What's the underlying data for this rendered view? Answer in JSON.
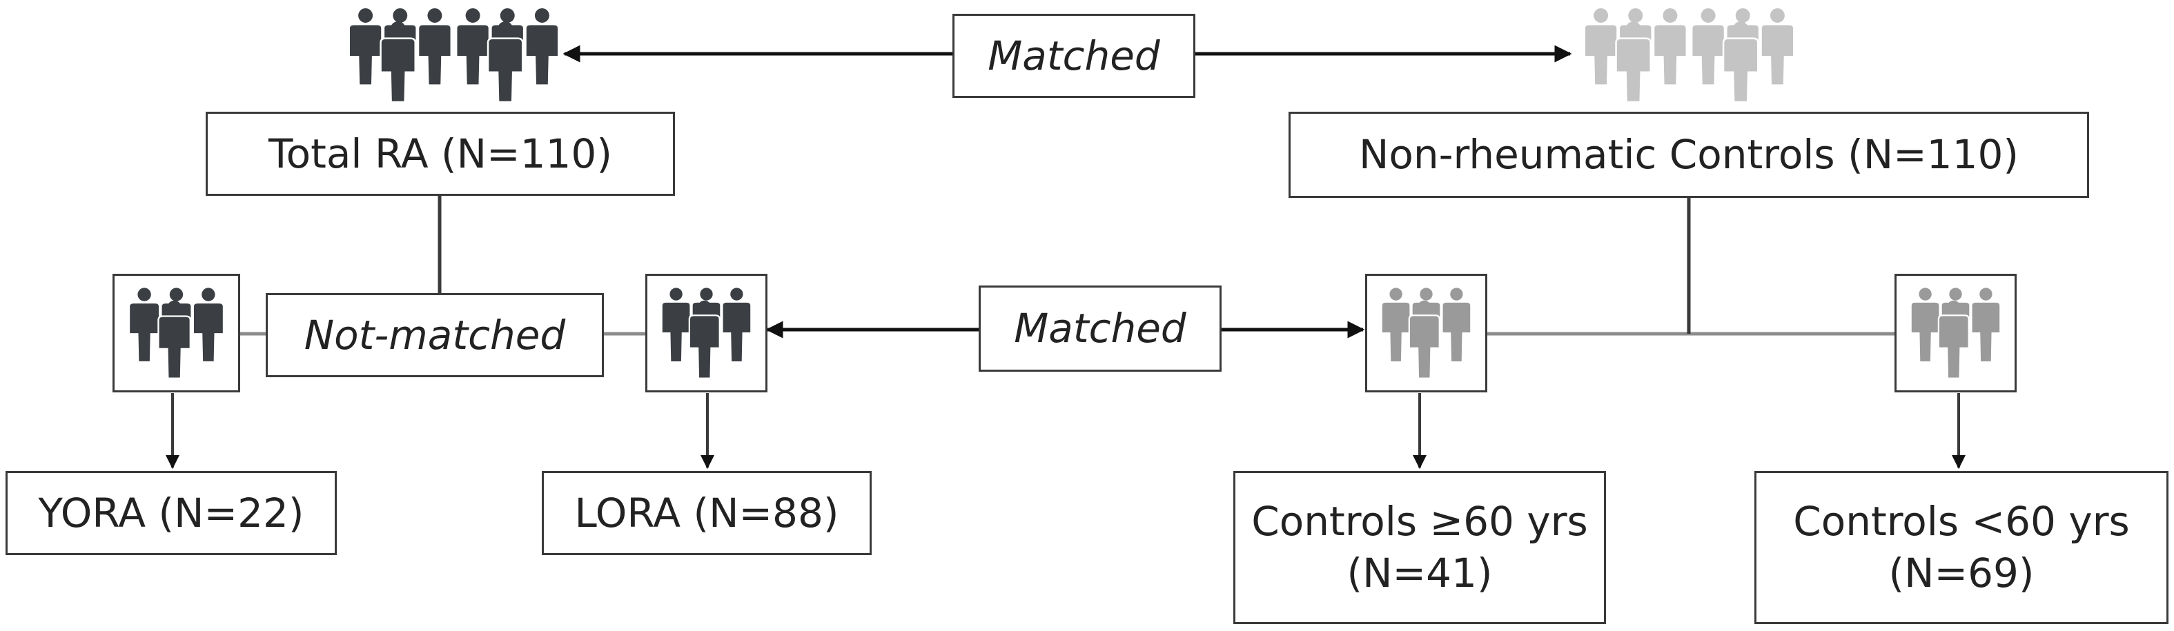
{
  "colors": {
    "ra": "#3b3f44",
    "control": "#9a9a9a",
    "control_top": "#c4c4c4",
    "line": "#3a3a3a",
    "line_light": "#8c8c8c"
  },
  "icons": {
    "ra_group": "people-group-icon",
    "control_group": "people-group-icon"
  },
  "boxes": {
    "matched_top": "Matched",
    "total_ra": "Total RA (N=110)",
    "controls_total": "Non-rheumatic Controls (N=110)",
    "not_matched": "Not-matched",
    "matched_mid": "Matched",
    "yora": "YORA (N=22)",
    "lora": "LORA (N=88)",
    "controls_60plus": {
      "line1": "Controls ≥60 yrs",
      "line2": "(N=41)"
    },
    "controls_under60": {
      "line1": "Controls <60 yrs",
      "line2": "(N=69)"
    }
  }
}
